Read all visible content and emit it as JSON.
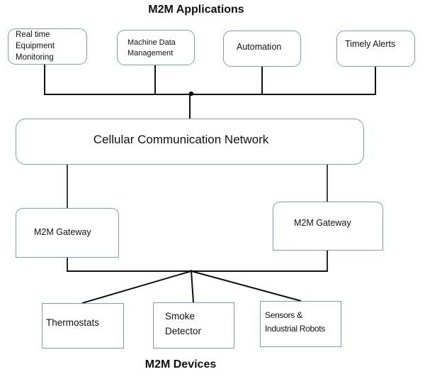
{
  "titles": {
    "applications": "M2M Applications",
    "devices": "M2M Devices"
  },
  "applications": [
    {
      "id": "real-time-equipment-monitoring",
      "lines": [
        "Real time",
        "Equipment",
        "Monitoring"
      ]
    },
    {
      "id": "machine-data-management",
      "lines": [
        "Machine Data",
        "Management"
      ]
    },
    {
      "id": "automation",
      "lines": [
        "Automation"
      ]
    },
    {
      "id": "timely-alerts",
      "lines": [
        "Timely Alerts"
      ]
    }
  ],
  "network": {
    "label": "Cellular Communication Network"
  },
  "gateways": [
    {
      "id": "gateway-left",
      "label": "M2M Gateway"
    },
    {
      "id": "gateway-right",
      "label": "M2M Gateway"
    }
  ],
  "devices": [
    {
      "id": "thermostats",
      "lines": [
        "Thermostats"
      ]
    },
    {
      "id": "smoke-detector",
      "lines": [
        "Smoke",
        "Detector"
      ]
    },
    {
      "id": "sensors-industrial-robots",
      "lines": [
        "Sensors &",
        "Industrial Robots"
      ]
    }
  ],
  "colors": {
    "box_border": "#7f9bbd",
    "connector": "#111111"
  }
}
